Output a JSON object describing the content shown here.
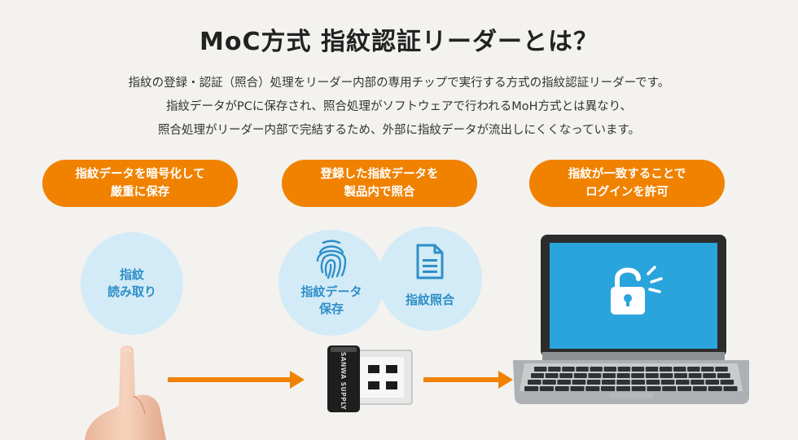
{
  "title": "MoC方式 指紋認証リーダーとは？",
  "description": [
    "指紋の登録・認証（照合）処理をリーダー内部の専用チップで実行する方式の指紋認証リーダーです。",
    "指紋データがPCに保存され、照合処理がソフトウェアで行われるMoH方式とは異なり、",
    "照合処理がリーダー内部で完結するため、外部に指紋データが流出しにくくなっています。"
  ],
  "steps": [
    {
      "line1": "指紋データを暗号化して",
      "line2": "厳重に保存"
    },
    {
      "line1": "登録した指紋データを",
      "line2": "製品内で照合"
    },
    {
      "line1": "指紋が一致することで",
      "line2": "ログインを許可"
    }
  ],
  "bubbles": {
    "read": {
      "line1": "指紋",
      "line2": "読み取り"
    },
    "store": {
      "line1": "指紋データ",
      "line2": "保存"
    },
    "match": {
      "line1": "指紋照合"
    }
  },
  "device_brand": "SANWA SUPPLY",
  "colors": {
    "accent": "#f08200",
    "bubble": "#d3ebf6",
    "bubble_text": "#2e8fc8",
    "screen": "#2aa4dc"
  },
  "icons": [
    "fingerprint-icon",
    "document-icon",
    "unlock-icon",
    "finger-illustration",
    "usb-reader-illustration",
    "laptop-illustration"
  ]
}
